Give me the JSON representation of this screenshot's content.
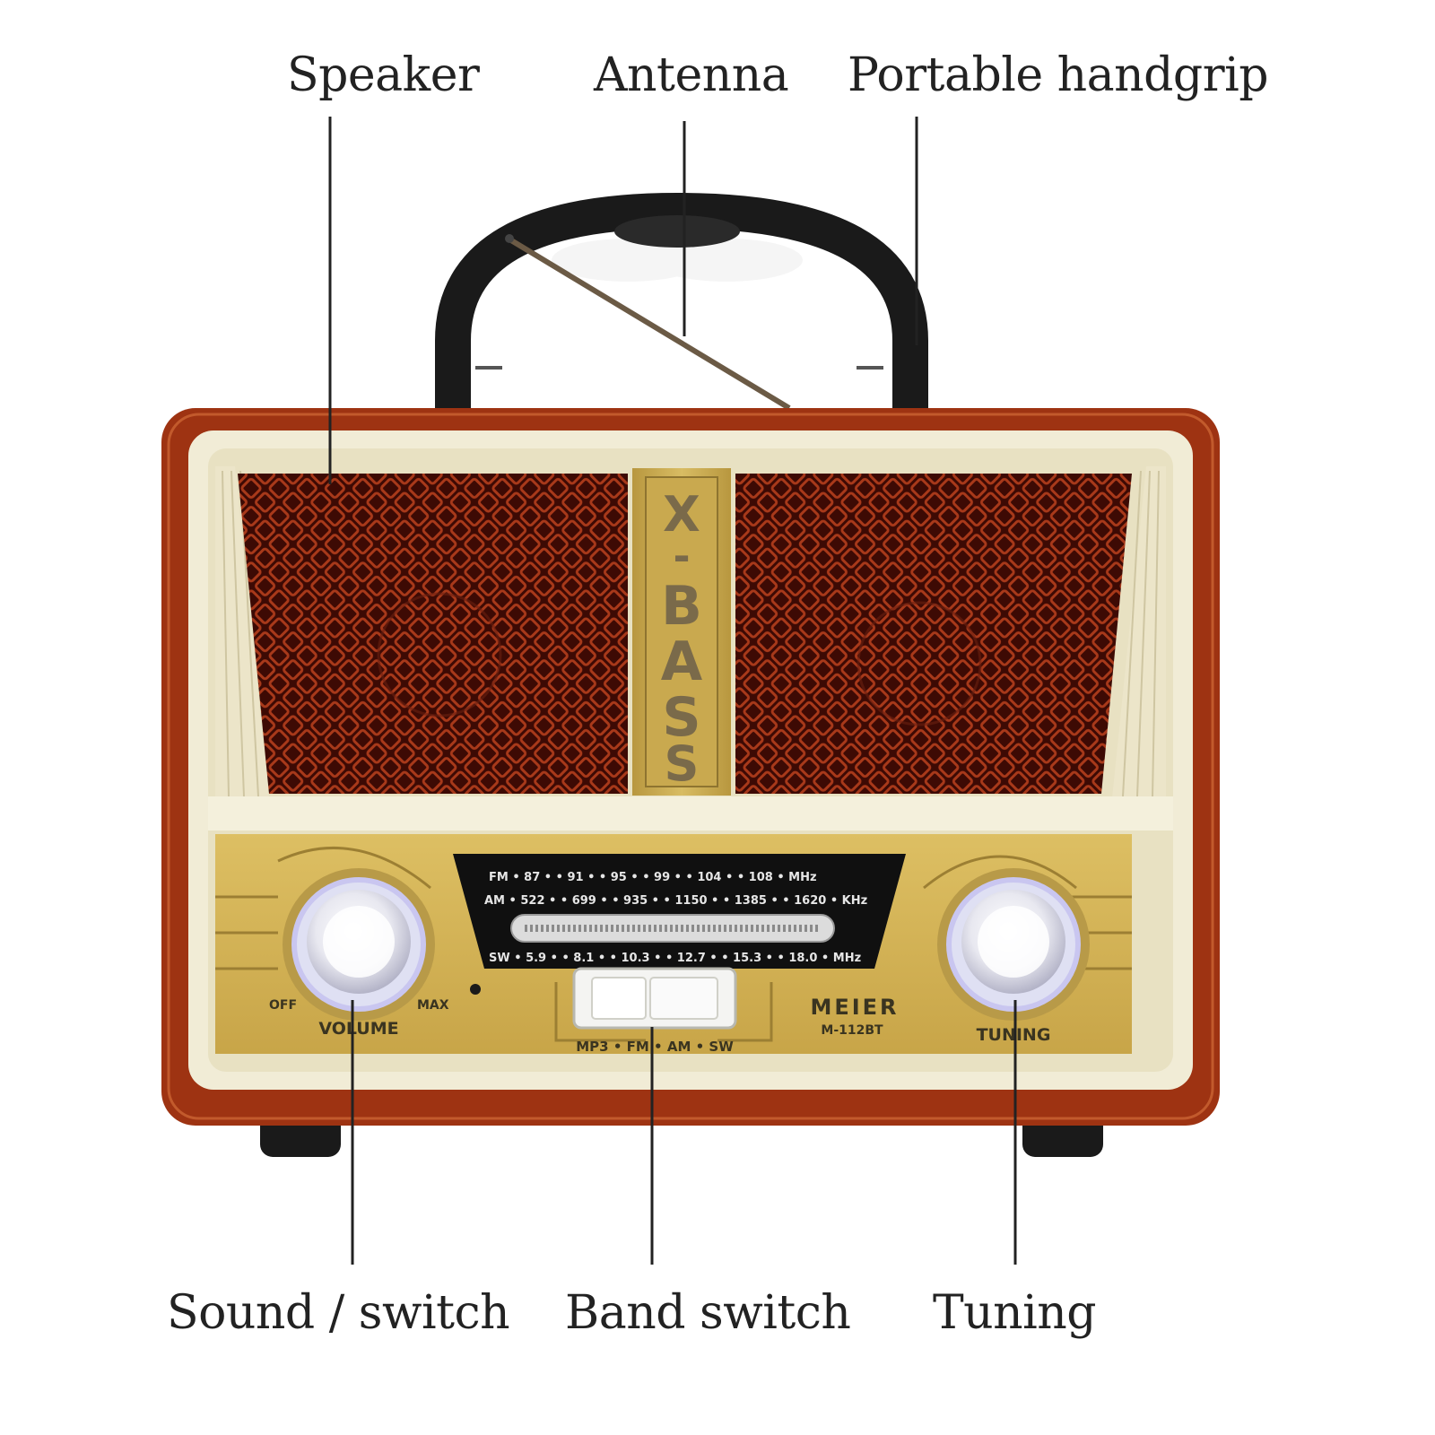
{
  "callouts": {
    "speaker": "Speaker",
    "antenna": "Antenna",
    "handgrip": "Portable handgrip",
    "sound_switch": "Sound / switch",
    "band_switch": "Band switch",
    "tuning": "Tuning"
  },
  "radio": {
    "xbass_letters": [
      "X",
      "-",
      "B",
      "A",
      "S",
      "S"
    ],
    "dial_rows": {
      "fm": "FM • 87 • • 91 • • 95 • • 99 • • 104 • • 108 • MHz",
      "am": "AM • 522 • • 699 • • 935 • • 1150 • • 1385 • • 1620 • KHz",
      "sw": "SW • 5.9 • • 8.1 • • 10.3 • • 12.7 • • 15.3 • • 18.0 • MHz"
    },
    "volume_label": "VOLUME",
    "off_label": "OFF",
    "max_label": "MAX",
    "band_modes": "MP3 • FM • AM • SW",
    "brand": "MEIER",
    "model": "M-112BT",
    "tuning_label": "TUNING"
  },
  "colors": {
    "wood": "#9e3312",
    "cream": "#f1ecd6",
    "gold_panel": "#d2b255",
    "grille": "#4a0f06",
    "handle": "#1a1a1a",
    "leader_line": "#222222"
  }
}
